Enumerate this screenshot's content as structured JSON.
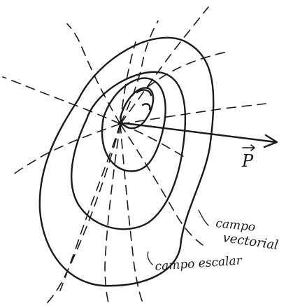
{
  "diagram": {
    "ink_color": "#1a1a1a",
    "background": "#ffffff",
    "labels": {
      "vector_p": "P",
      "campo_vectorial_line1": "campo",
      "campo_vectorial_line2": "vectorial",
      "campo_escalar": "campo escalar"
    }
  }
}
